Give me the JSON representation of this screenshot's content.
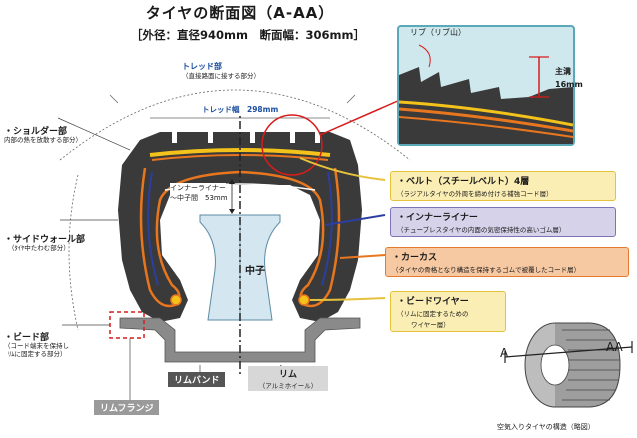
{
  "title": "タイヤの断面図（A-AA）",
  "subtitle": "［外径：直径940mm　断面幅：306mm］",
  "tread": {
    "label": "トレッド部",
    "desc": "（直接路面に接する部分）",
    "width_label": "トレッド幅　298mm"
  },
  "shoulder": {
    "label": "・ショルダー部",
    "desc": "内部の熱を放散する部分）"
  },
  "sidewall": {
    "label": "・サイドウォール部",
    "desc": "（ﾀｲﾔ中たわむ部分）"
  },
  "bead": {
    "label": "・ビード部",
    "desc1": "（コード端末を保持し",
    "desc2": "ﾘﾑに固定する部分）"
  },
  "inner_gap": {
    "line1": "インナーライナー",
    "line2": "～中子間　53mm"
  },
  "core_label": "中子",
  "rib": {
    "label": "リブ（リブ山）",
    "depth_title": "主溝",
    "depth_value": "16mm"
  },
  "callouts": {
    "belt": {
      "title": "・ベルト（スチールベルト）4層",
      "desc": "（ラジアルタイヤの外周を締め付ける補強コード層）",
      "bg": "#fbeeb4",
      "border": "#e6c23c"
    },
    "inner_liner": {
      "title": "・インナーライナー",
      "desc": "（チューブレスタイヤの内面の気密保持性の高いゴム層）",
      "bg": "#d6d2ea",
      "border": "#7c74b8"
    },
    "carcass": {
      "title": "・カーカス",
      "desc": "（タイヤの骨格となり構造を保持するゴムで被覆したコード層）",
      "bg": "#f7c9a2",
      "border": "#e57a2f"
    },
    "bead_wire": {
      "title": "・ビードワイヤー",
      "desc1": "（リムに固定するための",
      "desc2": "ワイヤー層）",
      "bg": "#fbeeb4",
      "border": "#e6c23c"
    }
  },
  "rim_band": "リムバンド",
  "rim": {
    "title": "リム",
    "desc": "（アルミホイール）"
  },
  "rim_flange": "リムフランジ",
  "perspective": {
    "label_a": "A",
    "label_aa": "AA",
    "caption": "空気入りタイヤの構造（略図）"
  },
  "colors": {
    "rubber": "#3a3a3a",
    "carcass": "#e8761f",
    "belt": "#f3c21b",
    "liner": "#2b3fa0",
    "rim": "#8a8a8a",
    "core": "#d4e6ef",
    "detail_bg": "#cfe8ee",
    "red": "#d81c1c"
  }
}
